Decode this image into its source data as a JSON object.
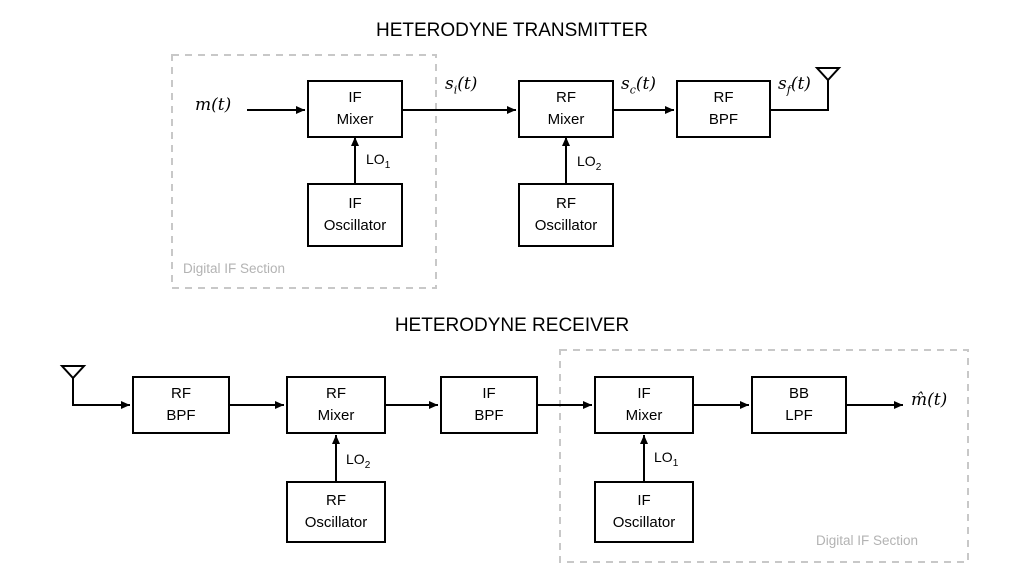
{
  "transmitter": {
    "title": "HETERODYNE TRANSMITTER",
    "section_label": "Digital IF Section",
    "input_signal": {
      "name": "m",
      "sub": "",
      "arg": "(t)"
    },
    "blocks": {
      "if_mixer": {
        "line1": "IF",
        "line2": "Mixer"
      },
      "if_oscillator": {
        "line1": "IF",
        "line2": "Oscillator"
      },
      "rf_mixer": {
        "line1": "RF",
        "line2": "Mixer"
      },
      "rf_oscillator": {
        "line1": "RF",
        "line2": "Oscillator"
      },
      "rf_bpf": {
        "line1": "RF",
        "line2": "BPF"
      }
    },
    "signals": {
      "si": {
        "name": "s",
        "sub": "i",
        "arg": "(t)"
      },
      "sc": {
        "name": "s",
        "sub": "c",
        "arg": "(t)"
      },
      "sf": {
        "name": "s",
        "sub": "f",
        "arg": "(t)"
      }
    },
    "lo_if": {
      "name": "LO",
      "sub": "1"
    },
    "lo_rf": {
      "name": "LO",
      "sub": "2"
    }
  },
  "receiver": {
    "title": "HETERODYNE RECEIVER",
    "section_label": "Digital IF Section",
    "blocks": {
      "rf_bpf": {
        "line1": "RF",
        "line2": "BPF"
      },
      "rf_mixer": {
        "line1": "RF",
        "line2": "Mixer"
      },
      "rf_oscillator": {
        "line1": "RF",
        "line2": "Oscillator"
      },
      "if_bpf": {
        "line1": "IF",
        "line2": "BPF"
      },
      "if_mixer": {
        "line1": "IF",
        "line2": "Mixer"
      },
      "if_oscillator": {
        "line1": "IF",
        "line2": "Oscillator"
      },
      "bb_lpf": {
        "line1": "BB",
        "line2": "LPF"
      }
    },
    "output_signal": {
      "name": "m̂",
      "arg": "(t)"
    },
    "lo_rf": {
      "name": "LO",
      "sub": "2"
    },
    "lo_if": {
      "name": "LO",
      "sub": "1"
    }
  }
}
